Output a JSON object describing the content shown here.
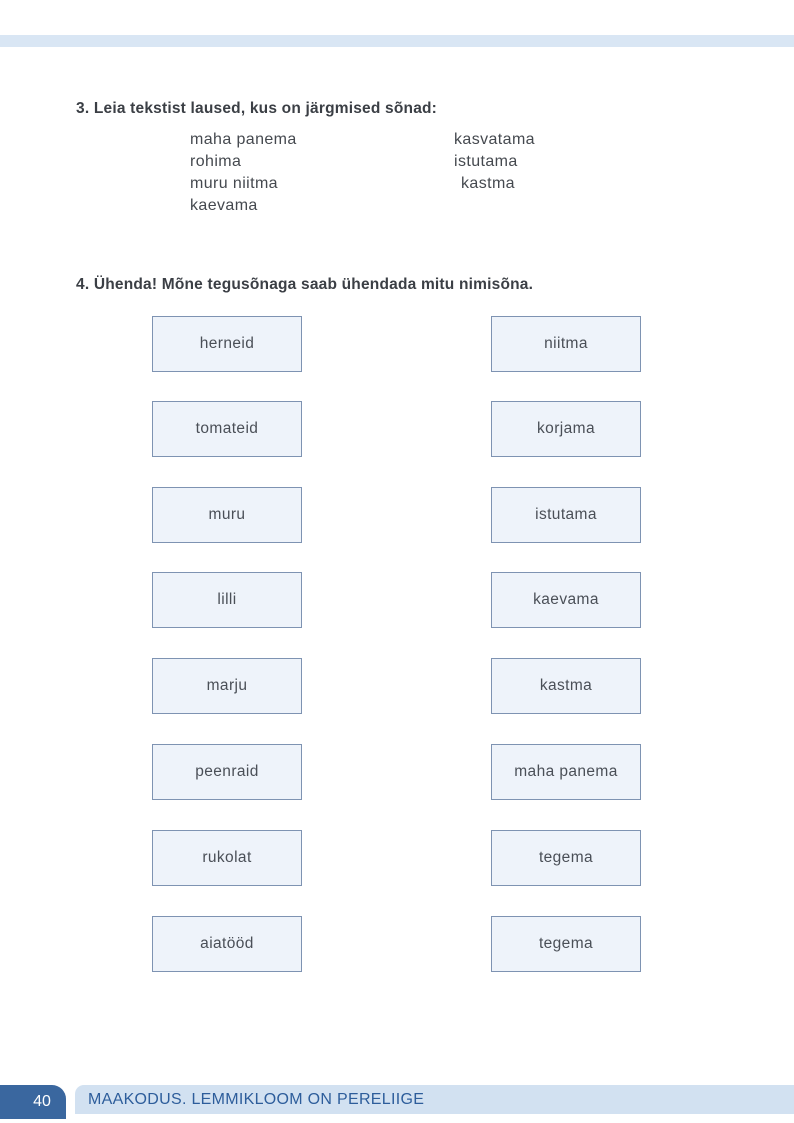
{
  "exercise3": {
    "title": "3. Leia tekstist laused, kus on järgmised sõnad:",
    "left_words": [
      "maha panema",
      "rohima",
      "muru niitma",
      "kaevama"
    ],
    "right_words": [
      "kasvatama",
      "istutama",
      "kastma"
    ]
  },
  "exercise4": {
    "title": "4. Ühenda! Mõne tegusõnaga saab ühendada mitu nimisõna.",
    "nouns": [
      "herneid",
      "tomateid",
      "muru",
      "lilli",
      "marju",
      "peenraid",
      "rukolat",
      "aiatööd"
    ],
    "verbs": [
      "niitma",
      "korjama",
      "istutama",
      "kaevama",
      "kastma",
      "maha panema",
      "tegema",
      "tegema"
    ]
  },
  "footer": {
    "page_number": "40",
    "section_title": "MAAKODUS. LEMMIKLOOM ON PERELIIGE"
  },
  "colors": {
    "top_bar": "#d9e6f4",
    "box_fill": "#eef3fa",
    "box_border": "#7e93b2",
    "footer_bar": "#d2e1f1",
    "footer_tab": "#3a679f",
    "footer_text": "#2d5d9b"
  }
}
